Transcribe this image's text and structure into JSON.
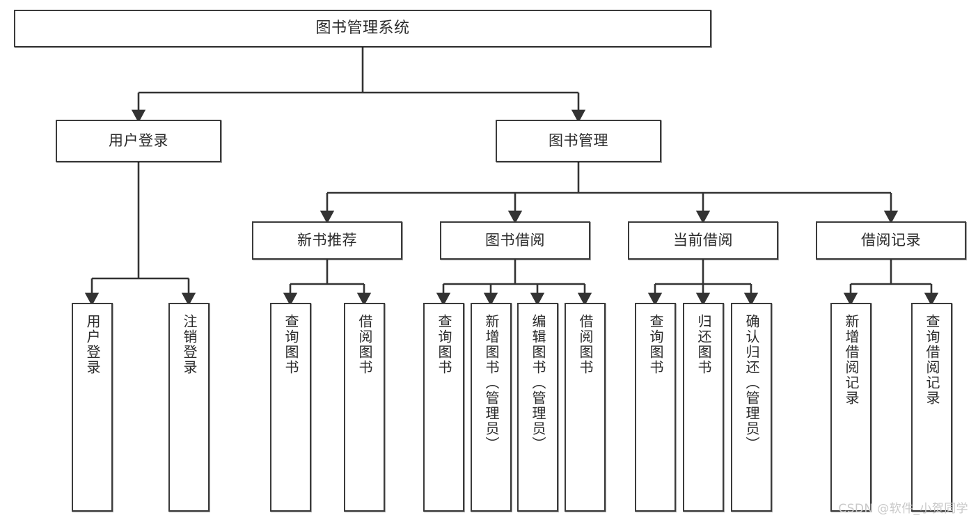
{
  "diagram": {
    "type": "tree-hierarchy",
    "title": "图书管理系统",
    "root": {
      "label": "图书管理系统"
    },
    "level2": [
      {
        "label": "用户登录"
      },
      {
        "label": "图书管理"
      }
    ],
    "level3": [
      {
        "label": "新书推荐"
      },
      {
        "label": "图书借阅"
      },
      {
        "label": "当前借阅"
      },
      {
        "label": "借阅记录"
      }
    ],
    "leaves": {
      "user_login": [
        {
          "label": "用户登录"
        },
        {
          "label": "注销登录"
        }
      ],
      "new_book_recommend": [
        {
          "label": "查询图书"
        },
        {
          "label": "借阅图书"
        }
      ],
      "book_borrow": [
        {
          "label": "查询图书"
        },
        {
          "label": "新增图书（管理员）"
        },
        {
          "label": "编辑图书（管理员）"
        },
        {
          "label": "借阅图书"
        }
      ],
      "current_borrow": [
        {
          "label": "查询图书"
        },
        {
          "label": "归还图书"
        },
        {
          "label": "确认归还（管理员）"
        }
      ],
      "borrow_record": [
        {
          "label": "新增借阅记录"
        },
        {
          "label": "查询借阅记录"
        }
      ]
    }
  },
  "watermark": {
    "text": "CSDN @软件_小贺同学"
  },
  "colors": {
    "border": "#3b3b3b",
    "text": "#2b2b2b",
    "background": "#ffffff",
    "watermark": "#c9c9c9"
  }
}
